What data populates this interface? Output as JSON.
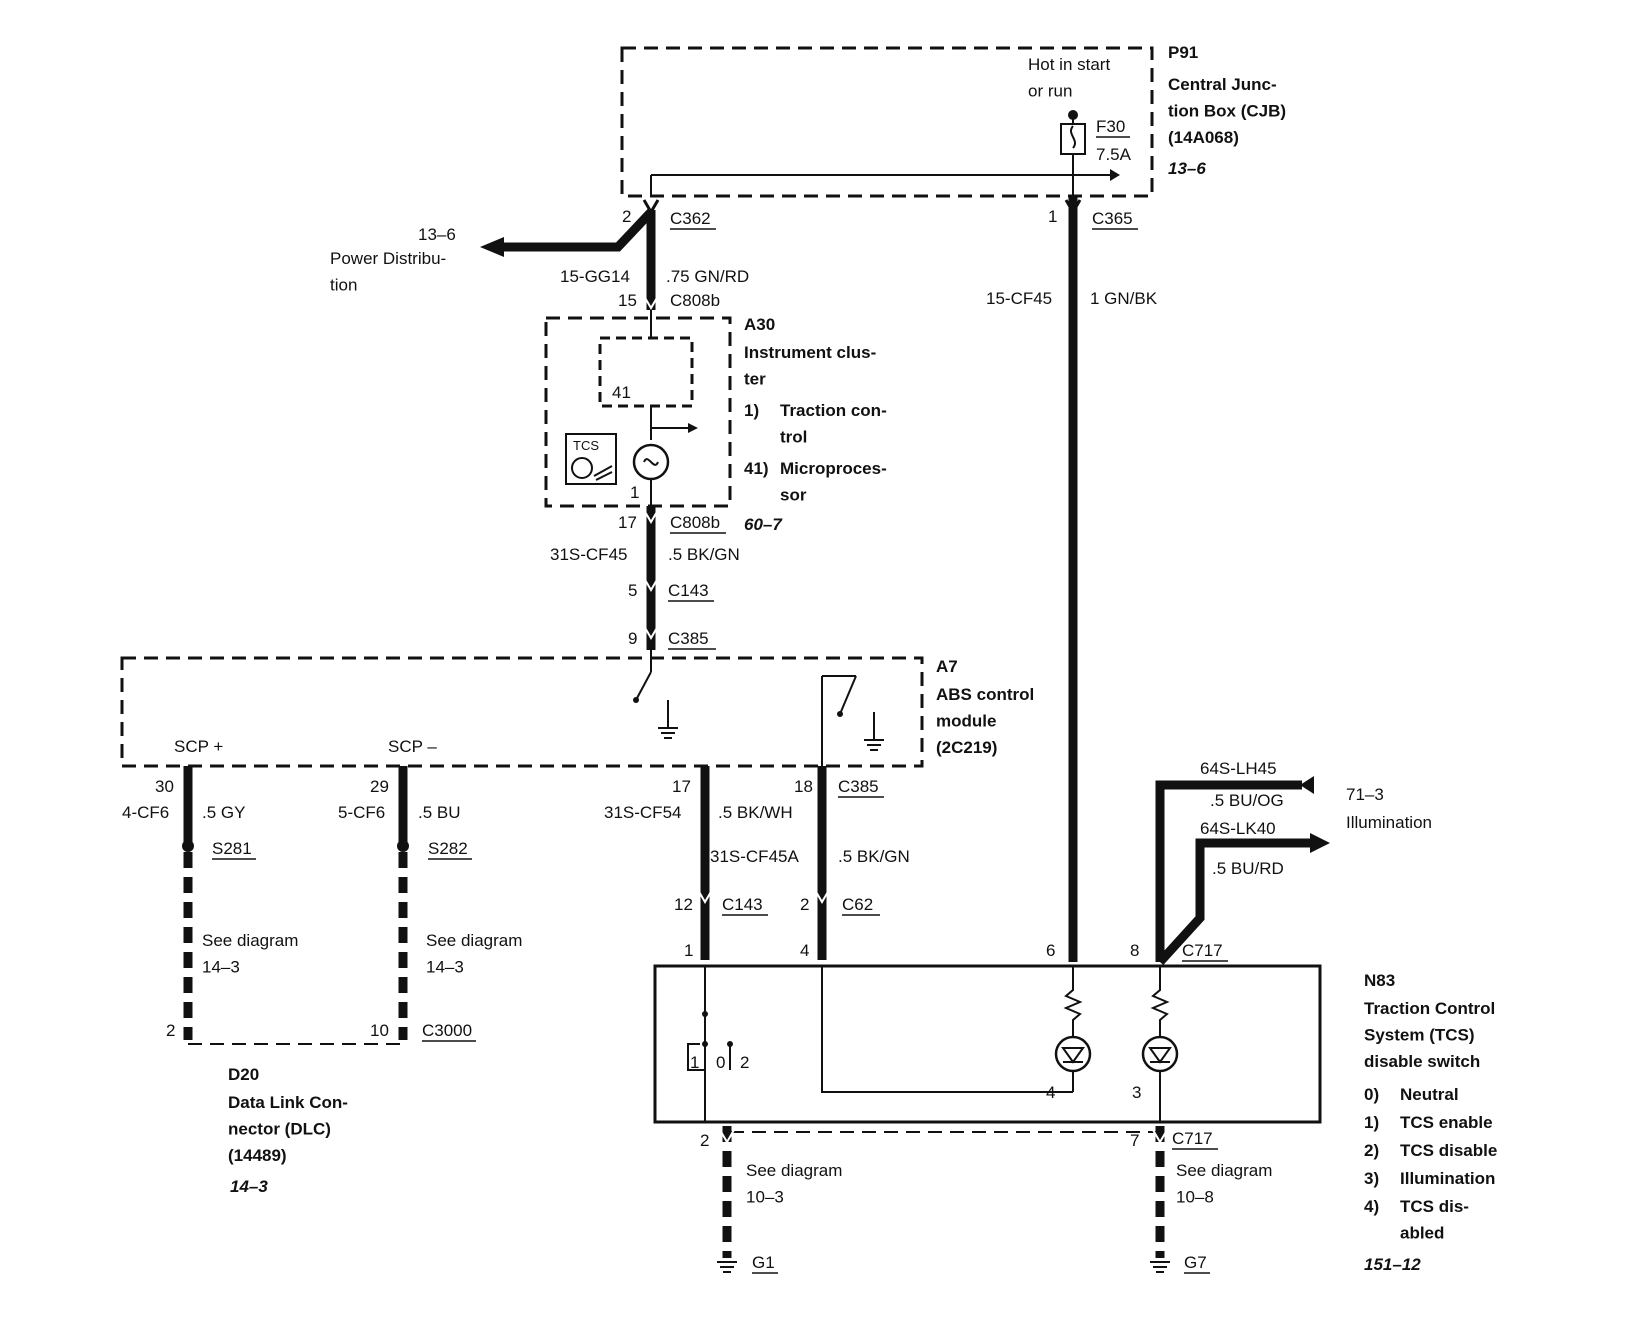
{
  "p91": {
    "id": "P91",
    "name": "Central Junc-\ntion Box (CJB)\n(14A068)",
    "ref": "13–6",
    "hot": "Hot in start\nor run",
    "fuse": "F30",
    "fuse_rating": "7.5A"
  },
  "power_dist": {
    "ref": "13–6",
    "label": "Power Distribu-\ntion"
  },
  "a30": {
    "id": "A30",
    "name": "Instrument clus-\nter",
    "item1_num": "1)",
    "item1": "Traction con-\ntrol",
    "item41_num": "41)",
    "item41": "Microproces-\nsor",
    "ref": "60–7",
    "inner": "41",
    "lamp_pin": "1",
    "tcs_icon": "TCS"
  },
  "a7": {
    "id": "A7",
    "name": "ABS control\nmodule\n(2C219)",
    "scp_plus": "SCP +",
    "scp_minus": "SCP –"
  },
  "d20": {
    "id": "D20",
    "name": "Data Link Con-\nnector (DLC)\n(14489)",
    "ref": "14–3"
  },
  "n83": {
    "id": "N83",
    "name": "Traction Control\nSystem (TCS)\ndisable switch",
    "items": [
      {
        "num": "0)",
        "label": "Neutral"
      },
      {
        "num": "1)",
        "label": "TCS enable"
      },
      {
        "num": "2)",
        "label": "TCS disable"
      },
      {
        "num": "3)",
        "label": "Illumination"
      },
      {
        "num": "4)",
        "label": "TCS dis-\nabled"
      }
    ],
    "ref": "151–12",
    "pos1": "1",
    "pos0": "0",
    "pos2": "2",
    "lamp4": "4",
    "lamp3": "3"
  },
  "illum": {
    "ref": "71–3",
    "label": "Illumination"
  },
  "connectors": {
    "c362": "C362",
    "c362_pin": "2",
    "c365": "C365",
    "c365_pin": "1",
    "c808b_top": "C808b",
    "c808b_top_pin": "15",
    "c808b_bot": "C808b",
    "c808b_bot_pin": "17",
    "c143_top": "C143",
    "c143_top_pin": "5",
    "c385_top": "C385",
    "c385_top_pin": "9",
    "c385_bot": "C385",
    "c385_pin17": "17",
    "c385_pin18": "18",
    "scp_pin30": "30",
    "scp_pin29": "29",
    "s281": "S281",
    "s282": "S282",
    "c143_bot": "C143",
    "c143_bot_pin": "12",
    "c62": "C62",
    "c62_pin": "2",
    "c717_top": "C717",
    "c717_pin1": "1",
    "c717_pin4": "4",
    "c717_pin6": "6",
    "c717_pin8": "8",
    "c717_bot": "C717",
    "c717_pin2": "2",
    "c717_pin7": "7",
    "c3000": "C3000",
    "c3000_pin2": "2",
    "c3000_pin10": "10",
    "g1": "G1",
    "g7": "G7"
  },
  "wires": {
    "w_gg14_circuit": "15-GG14",
    "w_gg14_color": ".75 GN/RD",
    "w_cf45_circuit": "15-CF45",
    "w_cf45_color": "1 GN/BK",
    "w_31s_cf45_circuit": "31S-CF45",
    "w_31s_cf45_color": ".5 BK/GN",
    "w_cf6a_circuit": "4-CF6",
    "w_cf6a_color": ".5 GY",
    "w_cf6b_circuit": "5-CF6",
    "w_cf6b_color": ".5 BU",
    "w_cf54_circuit": "31S-CF54",
    "w_cf54_color": ".5 BK/WH",
    "w_cf45a_circuit": "31S-CF45A",
    "w_cf45a_color": ".5 BK/GN",
    "w_lh45_circuit": "64S-LH45",
    "w_lh45_color": ".5 BU/OG",
    "w_lk40_circuit": "64S-LK40",
    "w_lk40_color": ".5 BU/RD"
  },
  "see": {
    "dlc_left": "See diagram\n14–3",
    "dlc_right": "See diagram\n14–3",
    "g1": "See diagram\n10–3",
    "g7": "See diagram\n10–8"
  }
}
